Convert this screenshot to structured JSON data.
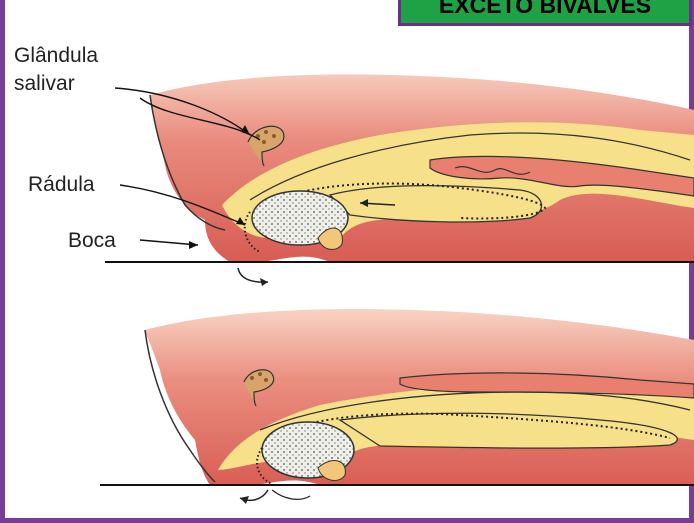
{
  "badge": {
    "text": "EXCETO BIVALVES"
  },
  "labels": {
    "glandula_line1": "Glândula",
    "glandula_line2": "salivar",
    "radula": "Rádula",
    "boca": "Boca"
  },
  "colors": {
    "frame": "#7a3d96",
    "badge_bg": "#1fa146",
    "tissue_red": "#dc6a5e",
    "tissue_light": "#f3b9a8",
    "yellow": "#f7e08a",
    "radula_fill": "#eeeeea"
  }
}
